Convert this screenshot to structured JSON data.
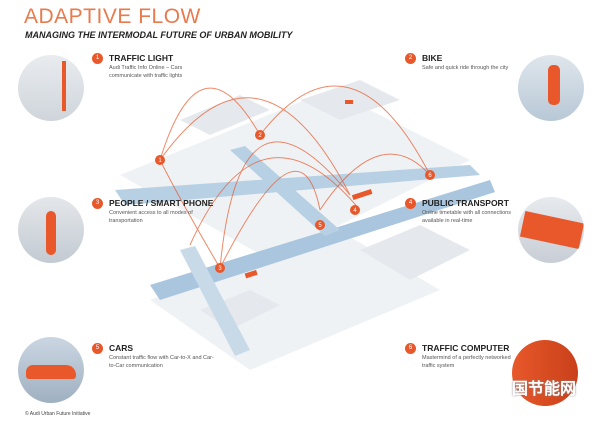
{
  "header": {
    "title": "ADAPTIVE FLOW",
    "subtitle": "MANAGING THE INTERMODAL FUTURE OF URBAN MOBILITY"
  },
  "features": [
    {
      "num": "1",
      "title": "TRAFFIC LIGHT",
      "desc": "Audi Traffic Info Online – Cars communicate with traffic lights"
    },
    {
      "num": "2",
      "title": "BIKE",
      "desc": "Safe and quick ride through the city"
    },
    {
      "num": "3",
      "title": "PEOPLE / SMART PHONE",
      "desc": "Convenient access to all modes of transportation"
    },
    {
      "num": "4",
      "title": "PUBLIC TRANSPORT",
      "desc": "Online timetable with all connections available in real-time"
    },
    {
      "num": "5",
      "title": "CARS",
      "desc": "Constant traffic flow with Car-to-X and Car-to-Car communication"
    },
    {
      "num": "6",
      "title": "TRAFFIC COMPUTER",
      "desc": "Mastermind of a perfectly networked traffic system"
    }
  ],
  "map_markers": [
    "1",
    "2",
    "3",
    "4",
    "5",
    "6"
  ],
  "footer": {
    "copyright": "© Audi Urban Future Initiative"
  },
  "watermark": "国节能网",
  "colors": {
    "accent": "#e8582a",
    "title": "#e87a4e",
    "road": "#a9c6de"
  }
}
